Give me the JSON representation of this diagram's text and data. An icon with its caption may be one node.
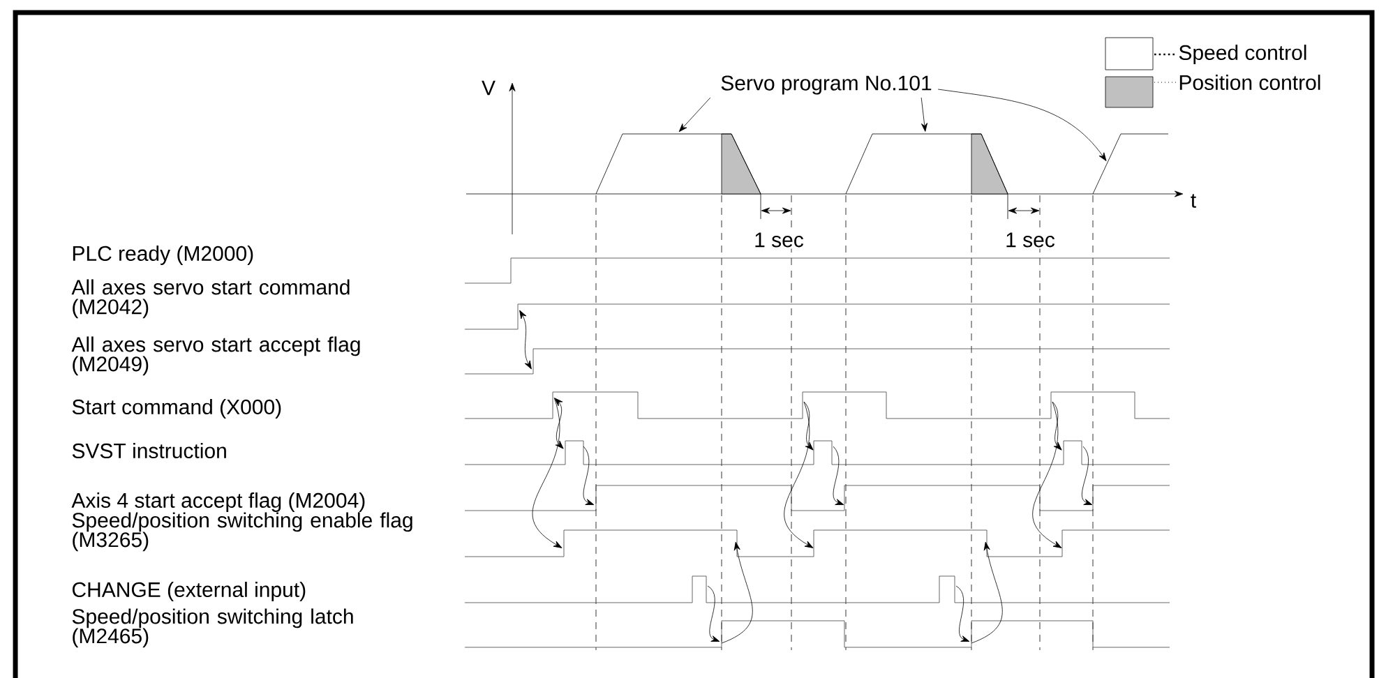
{
  "diagram": {
    "nodes": [
      {
        "text": [
          "Servo program No.101"
        ]
      },
      {
        "text": [],
        "shape": "picture"
      },
      {
        "text": [],
        "shape": "picture"
      },
      {
        "text": [],
        "shape": "picture"
      }
    ],
    "edges": [
      {
        "from": 0,
        "to": 1,
        "arrow": "to"
      },
      {
        "from": 0,
        "to": 2,
        "arrow": "to"
      },
      {
        "from": 0,
        "to": 3,
        "arrow": "to"
      }
    ],
    "labels": [
      "V",
      "t",
      "1 sec",
      "1 sec",
      "PLC ready (M2000)",
      "All axes servo start command (M2042)",
      "All axes servo start accept flag (M2049)",
      "Start command (X000)",
      "SVST instruction",
      "Axis 4 start accept flag (M2004)",
      "Speed/position switching enable flag (M3265)",
      "CHANGE (external input)",
      "Speed/position switching latch (M2465)"
    ],
    "legend": [
      {
        "text": "Speed control"
      },
      {
        "text": "Position control",
        "color": "#c0c0c0"
      }
    ]
  }
}
